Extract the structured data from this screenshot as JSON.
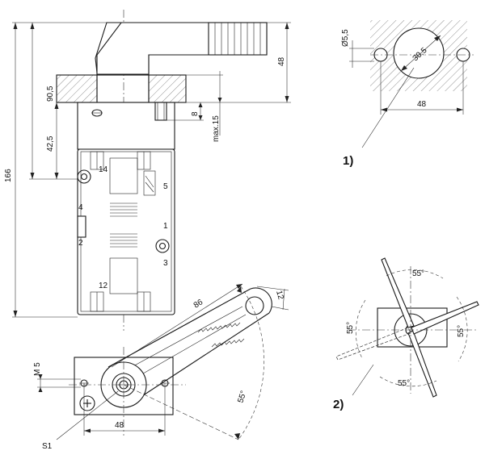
{
  "dimensions": {
    "overall_height": "166",
    "to_mount": "90,5",
    "to_port": "42,5",
    "lever_height": "48",
    "pin_length": "8",
    "pin_max": "max.15",
    "hole_dia": "Ø5,5",
    "center_hole": "30,5",
    "hole_spacing": "48",
    "lever_length": "86",
    "lever_width": "12",
    "base_width": "48",
    "screw": "M 5",
    "angle": "55°"
  },
  "port_labels": {
    "p14": "14",
    "p5": "5",
    "p4": "4",
    "p2": "2",
    "p1": "1",
    "p3": "3",
    "p12": "12"
  },
  "callouts": {
    "detail_1": "1)",
    "detail_2": "2)",
    "s1": "S1"
  }
}
